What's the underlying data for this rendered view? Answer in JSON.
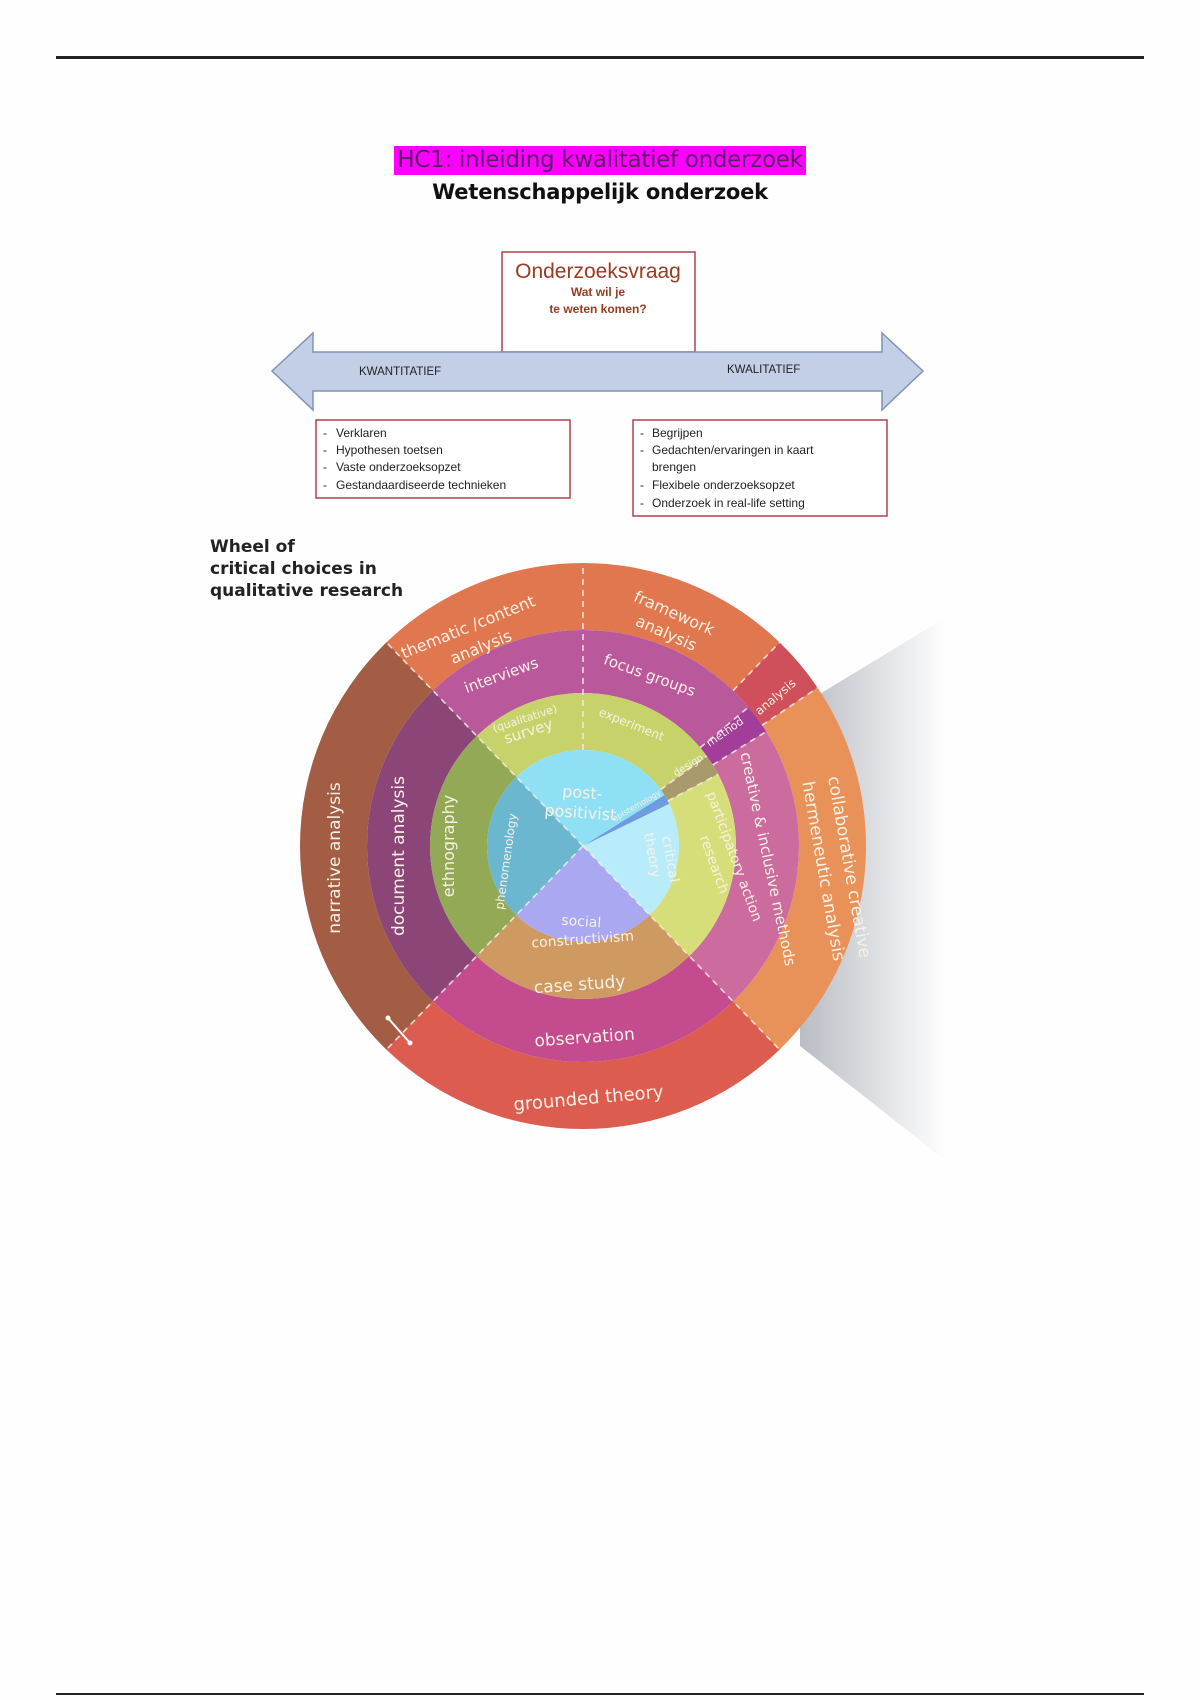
{
  "page": {
    "title": "HC1: inleiding kwalitatief onderzoek",
    "title_highlight": "#ff00ff",
    "subtitle": "Wetenschappelijk onderzoek"
  },
  "research_diagram": {
    "question_box": {
      "heading": "Onderzoeksvraag",
      "line1": "Wat wil je",
      "line2": "te weten komen?"
    },
    "arrow": {
      "left_label": "KWANTITATIEF",
      "right_label": "KWALITATIEF",
      "fill": "#c3cfe6",
      "stroke": "#7f93b8"
    },
    "left_box": {
      "items": [
        "Verklaren",
        "Hypothesen toetsen",
        "Vaste onderzoeksopzet",
        "Gestandaardiseerde technieken"
      ]
    },
    "right_box": {
      "items": [
        "Begrijpen",
        "Gedachten/ervaringen in kaart",
        "brengen",
        "Flexibele onderzoeksopzet",
        "Onderzoek in real-life setting"
      ]
    },
    "box_border": "#b0404a",
    "heading_color": "#9a3a22"
  },
  "wheel": {
    "title_lines": [
      "Wheel of",
      "critical choices in",
      "qualitative research"
    ],
    "core": [
      {
        "label1": "post-",
        "label2": "positivist",
        "color": "#8fe0f5"
      },
      {
        "label1": "critical",
        "label2": "theory",
        "color": "#b8ecfa"
      },
      {
        "label1": "social",
        "label2": "constructivism",
        "color": "#a9a8f0"
      },
      {
        "label1": "phenomenology",
        "label2": "",
        "color": "#6ab7cf"
      }
    ],
    "design_ring": [
      {
        "label1": "(qualitative)",
        "label2": "survey",
        "color": "#c7d36a"
      },
      {
        "label1": "experiment",
        "label2": "",
        "color": "#c7d36a"
      },
      {
        "label1": "participatory action",
        "label2": "research",
        "color": "#d6de7a"
      },
      {
        "label1": "case study",
        "label2": "",
        "color": "#cf9a62"
      },
      {
        "label1": "ethnography",
        "label2": "",
        "color": "#93a955"
      }
    ],
    "method_ring": [
      {
        "label1": "interviews",
        "color": "#b9589a"
      },
      {
        "label1": "focus groups",
        "color": "#b9589a"
      },
      {
        "label1": "creative & inclusive methods",
        "color": "#cc6b9e"
      },
      {
        "label1": "observation",
        "color": "#c44b8e"
      },
      {
        "label1": "document analysis",
        "color": "#8b4677"
      }
    ],
    "analysis_ring": [
      {
        "label1": "thematic /content",
        "label2": "analysis",
        "color": "#e0774f"
      },
      {
        "label1": "framework",
        "label2": "analysis",
        "color": "#e0774f"
      },
      {
        "label1": "collaborative creative",
        "label2": "hermeneutic analysis",
        "color": "#e8925a"
      },
      {
        "label1": "grounded theory",
        "label2": "",
        "color": "#dc5d50"
      },
      {
        "label1": "narrative analysis",
        "label2": "",
        "color": "#a35d44"
      }
    ],
    "legend_wedge": {
      "epistemology": "epistemology",
      "design": "design",
      "method": "method",
      "analysis": "analysis"
    },
    "wedge_colors": {
      "epistemology": "#6f9be0",
      "design": "#a99a6c",
      "method": "#a23d9a",
      "analysis": "#cf4f5a"
    }
  }
}
